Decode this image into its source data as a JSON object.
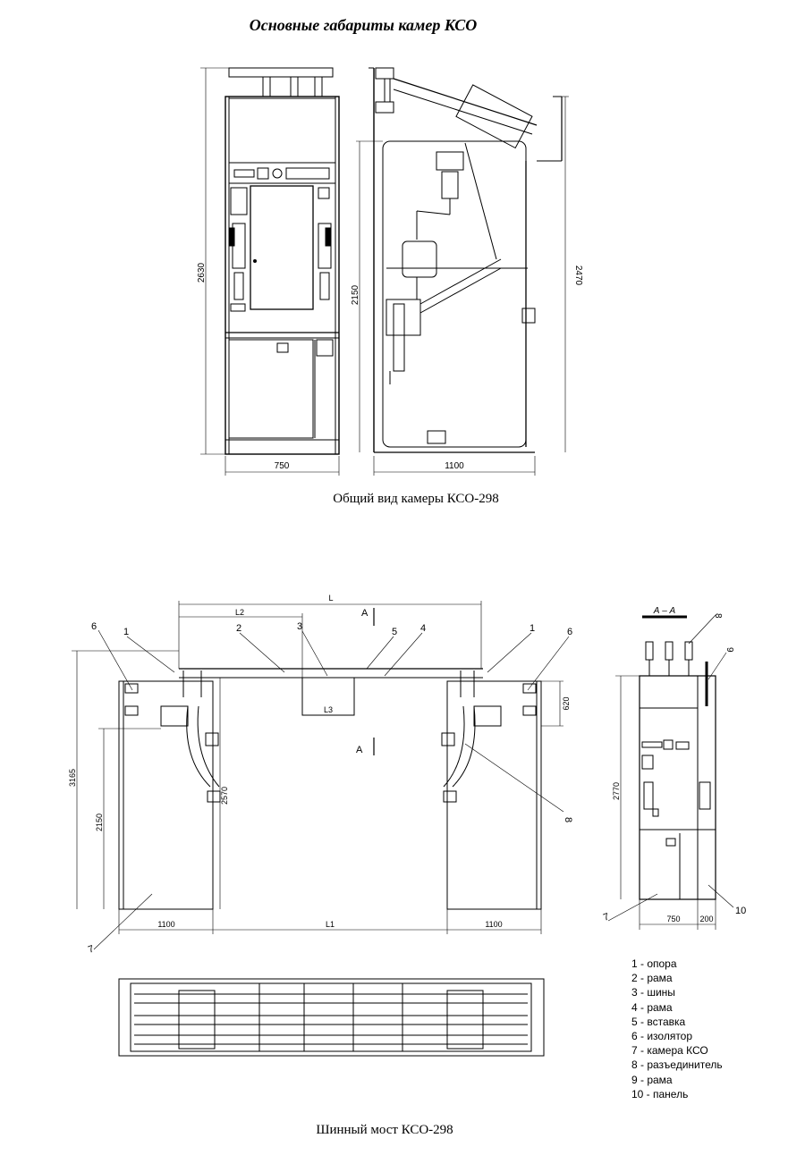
{
  "title": "Основные габариты камер КСО",
  "caption_general": "Общий вид камеры КСО-298",
  "caption_bridge": "Шинный мост КСО-298",
  "front_view": {
    "height_dim": "2630",
    "width_dim": "750"
  },
  "side_view": {
    "inner_height_dim": "2150",
    "overall_height_dim": "2470",
    "depth_dim": "1100"
  },
  "bridge": {
    "dim_L": "L",
    "dim_L2": "L2",
    "dim_L3": "L3",
    "dim_L1": "L1",
    "dim_left_1100": "1100",
    "dim_right_1100": "1100",
    "dim_3165": "3165",
    "dim_2150": "2150",
    "dim_2570": "2570",
    "dim_620": "620",
    "section_mark": "А",
    "labels": {
      "n1a": "1",
      "n2": "2",
      "n3": "3",
      "n4": "4",
      "n5": "5",
      "n1b": "1",
      "n6a": "6",
      "n6b": "6",
      "n7": "7",
      "n8": "8"
    }
  },
  "section": {
    "title": "А – А",
    "label_8": "8",
    "label_9": "9",
    "dim_2770": "2770",
    "dim_750": "750",
    "dim_200": "200",
    "label_7": "7",
    "label_10": "10"
  },
  "legend": [
    "1 - опора",
    "2 - рама",
    "3 - шины",
    "4 - рама",
    "5 - вставка",
    "6 - изолятор",
    "7 - камера КСО",
    "8 - разъединитель",
    "9 - рама",
    "10 - панель"
  ]
}
